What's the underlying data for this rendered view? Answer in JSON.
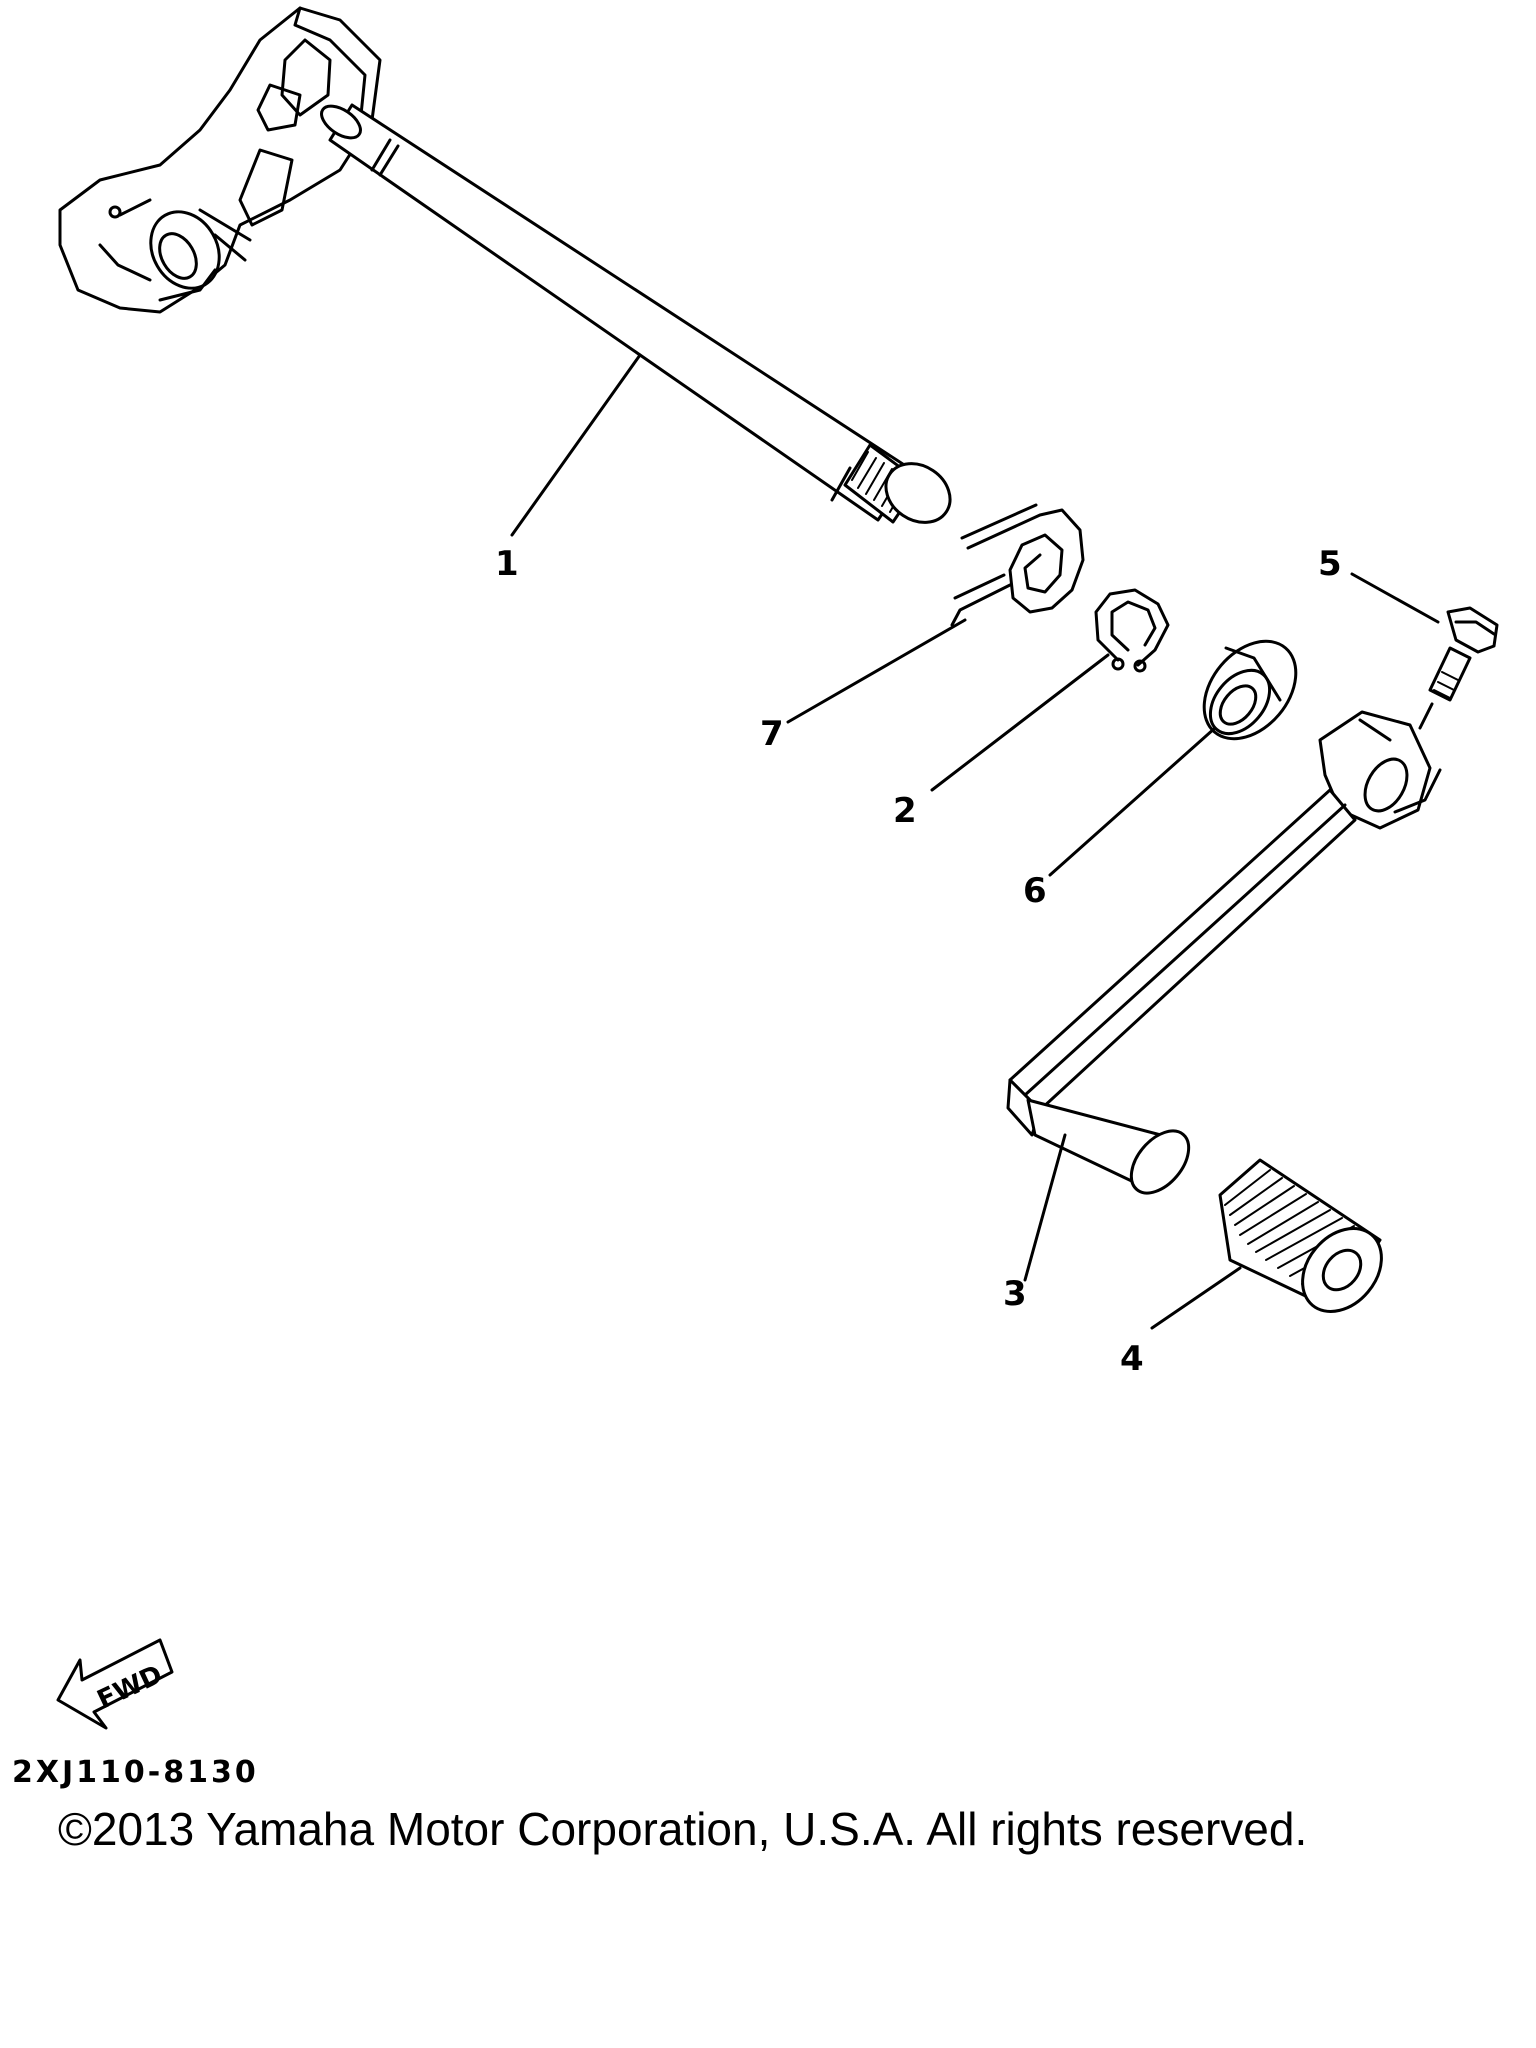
{
  "diagram": {
    "callouts": [
      {
        "id": "1",
        "label": "1"
      },
      {
        "id": "2",
        "label": "2"
      },
      {
        "id": "3",
        "label": "3"
      },
      {
        "id": "4",
        "label": "4"
      },
      {
        "id": "5",
        "label": "5"
      },
      {
        "id": "6",
        "label": "6"
      },
      {
        "id": "7",
        "label": "7"
      }
    ],
    "fwd_label": "FWD",
    "drawing_code": "2XJ110-8130"
  },
  "footer": {
    "copyright": "©2013 Yamaha Motor Corporation, U.S.A. All rights reserved."
  }
}
